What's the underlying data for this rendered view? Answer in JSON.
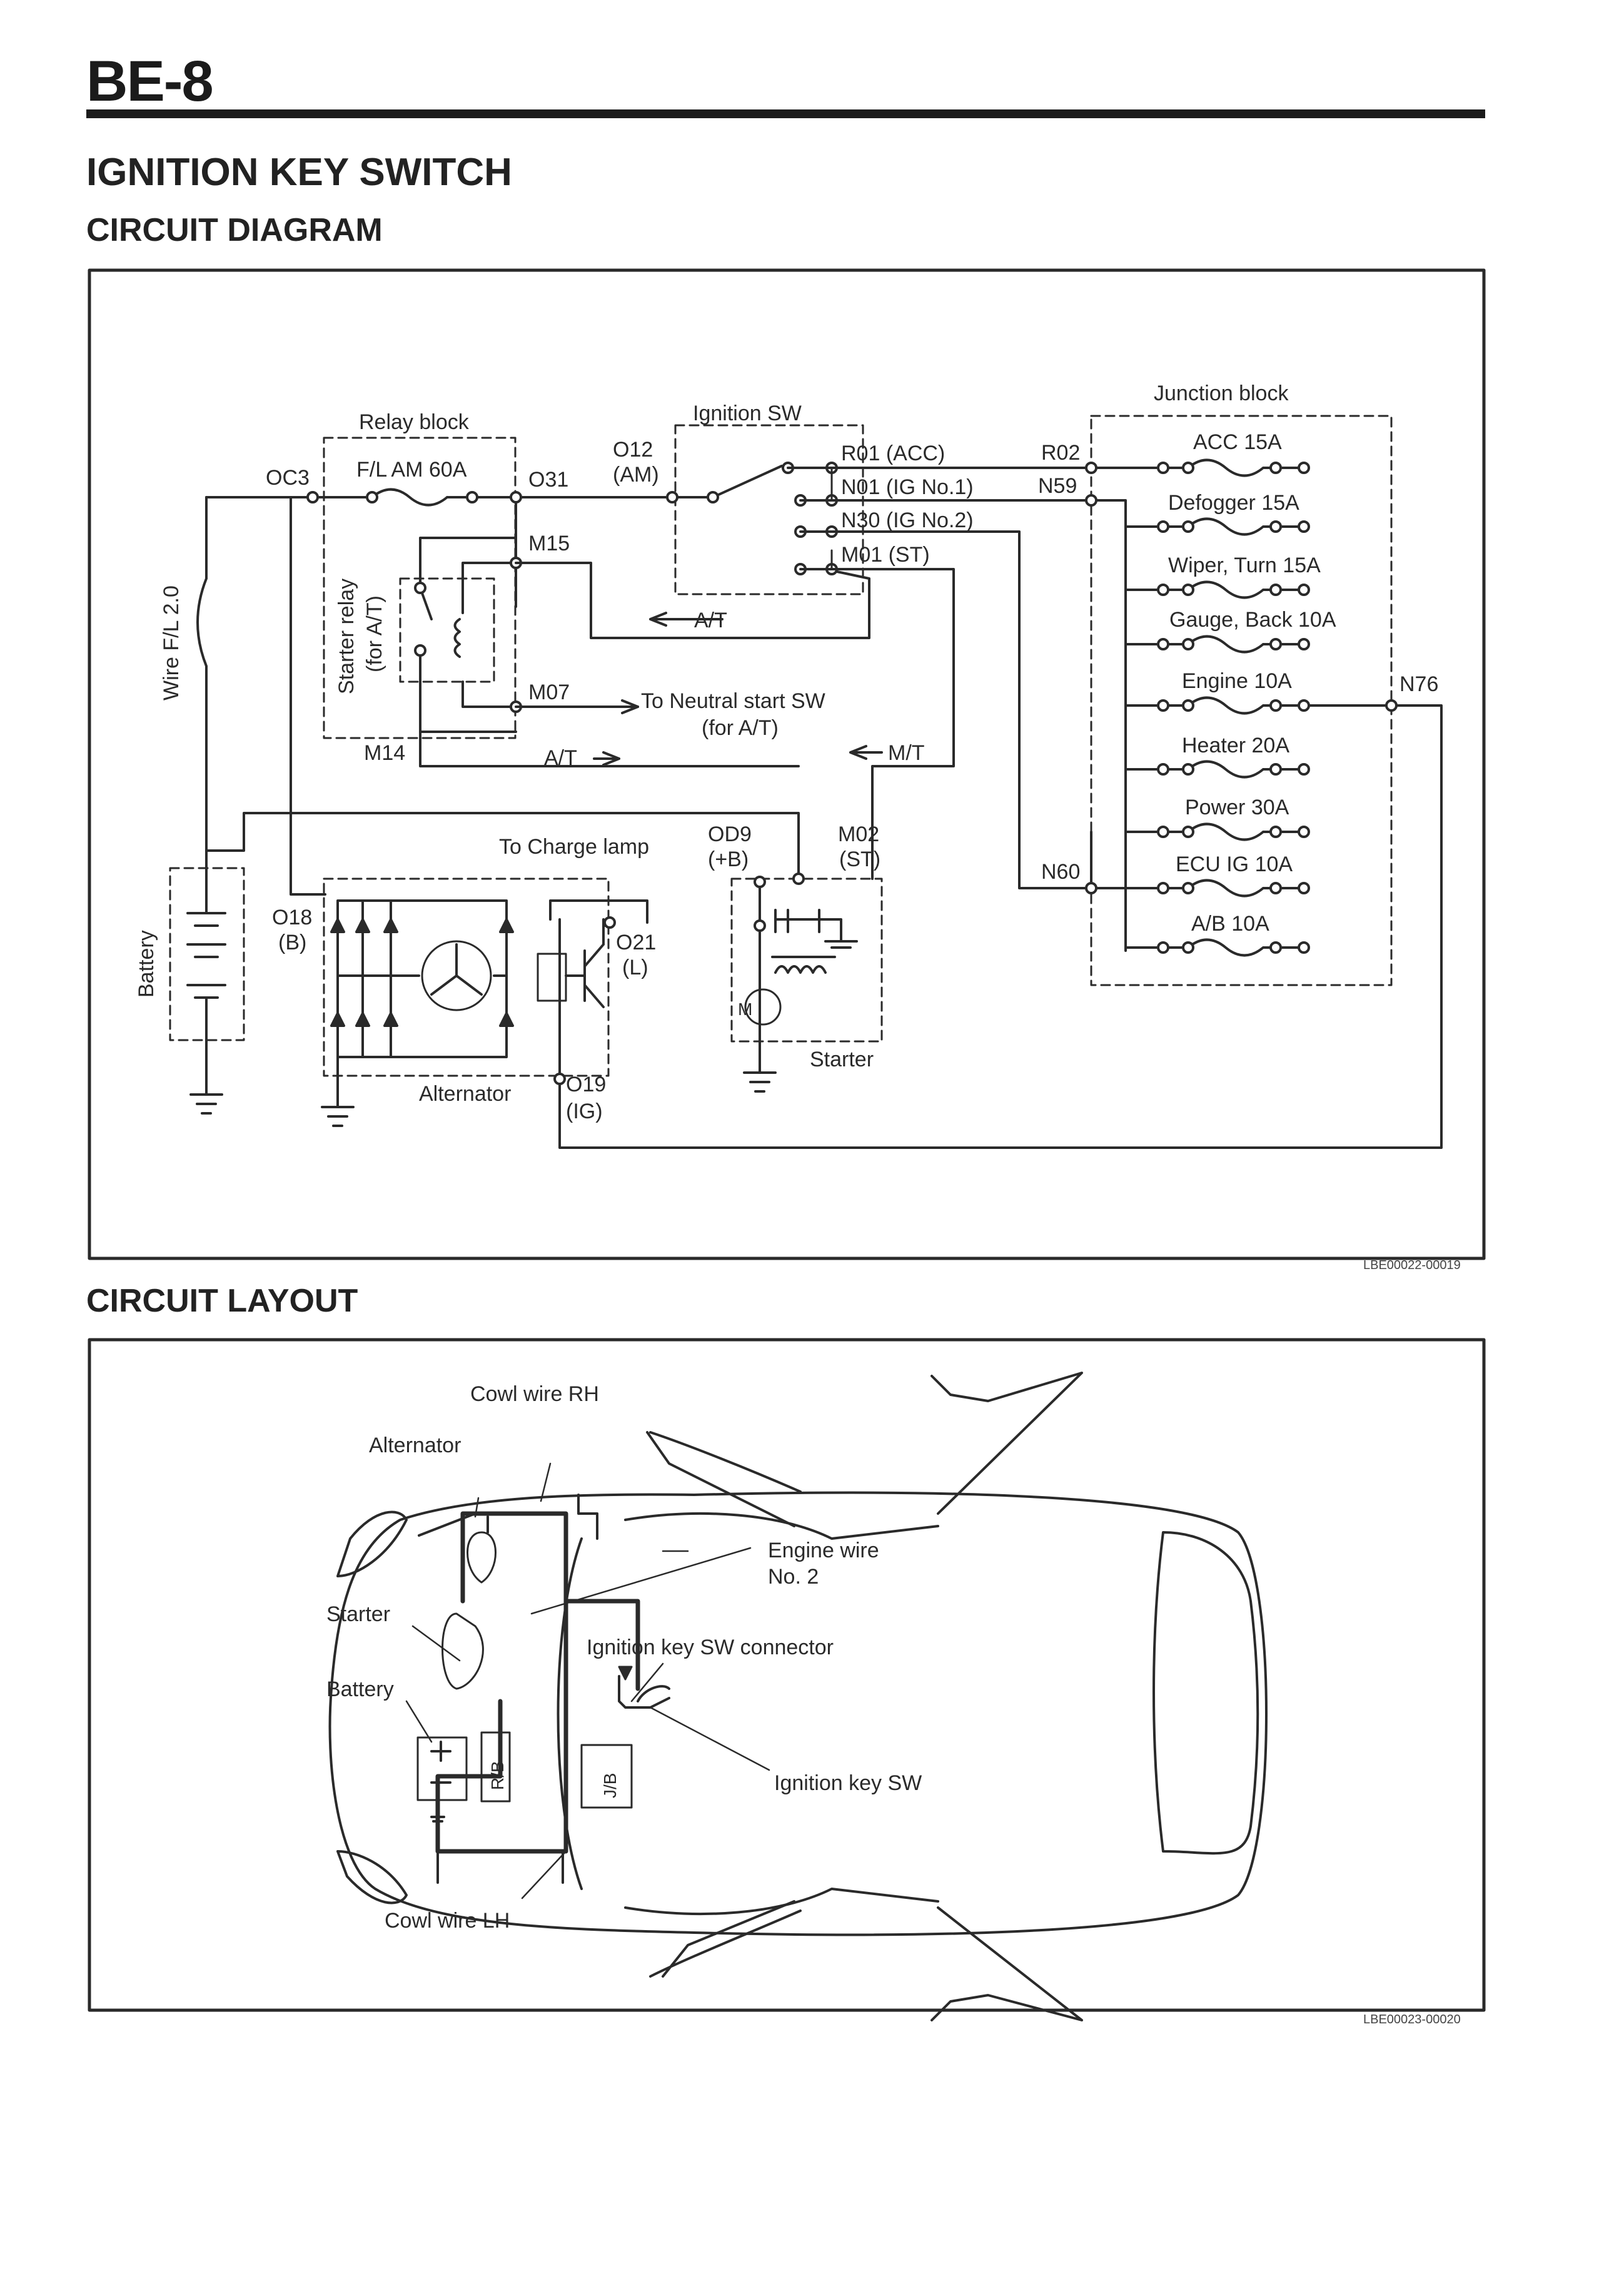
{
  "page_number": "BE-8",
  "section_title": "IGNITION KEY SWITCH",
  "circuit_diagram": {
    "heading": "CIRCUIT DIAGRAM",
    "figure_code": "LBE00022-00019",
    "labels": {
      "relay_block": "Relay block",
      "fl_am": "F/L AM 60A",
      "oc3": "OC3",
      "o31": "O31",
      "o12": "O12",
      "am": "(AM)",
      "ignition_sw": "Ignition SW",
      "r01": "R01 (ACC)",
      "n01": "N01 (IG No.1)",
      "n30": "N30 (IG No.2)",
      "m01": "M01 (ST)",
      "r02": "R02",
      "n59": "N59",
      "junction_block": "Junction block",
      "m15": "M15",
      "m07": "M07",
      "m14": "M14",
      "starter_relay": "Starter relay",
      "for_at_relay": "(for A/T)",
      "at_arrow": "A/T",
      "at_arrow2": "A/T",
      "mt_arrow": "M/T",
      "neutral_start": "To Neutral start SW",
      "neutral_start_2": "(for A/T)",
      "wire_fl": "Wire F/L 2.0",
      "to_charge_lamp": "To Charge lamp",
      "od9": "OD9",
      "od9_b": "(+B)",
      "m02": "M02",
      "m02_st": "(ST)",
      "o18": "O18",
      "o18_b": "(B)",
      "o21": "O21",
      "o21_l": "(L)",
      "o19": "O19",
      "o19_ig": "(IG)",
      "battery": "Battery",
      "alternator": "Alternator",
      "starter": "Starter",
      "n60": "N60",
      "n76": "N76"
    },
    "fuses": [
      "ACC 15A",
      "Defogger 15A",
      "Wiper, Turn 15A",
      "Gauge, Back 10A",
      "Engine 10A",
      "Heater 20A",
      "Power 30A",
      "ECU IG 10A",
      "A/B 10A"
    ]
  },
  "circuit_layout": {
    "heading": "CIRCUIT LAYOUT",
    "figure_code": "LBE00023-00020",
    "labels": {
      "cowl_rh": "Cowl wire RH",
      "alternator": "Alternator",
      "engine_wire": "Engine wire",
      "engine_wire_2": "No. 2",
      "starter": "Starter",
      "ign_connector": "Ignition key SW connector",
      "battery": "Battery",
      "ignition_key_sw": "Ignition key SW",
      "cowl_lh": "Cowl wire LH",
      "rb": "R/B",
      "jb": "J/B"
    }
  }
}
